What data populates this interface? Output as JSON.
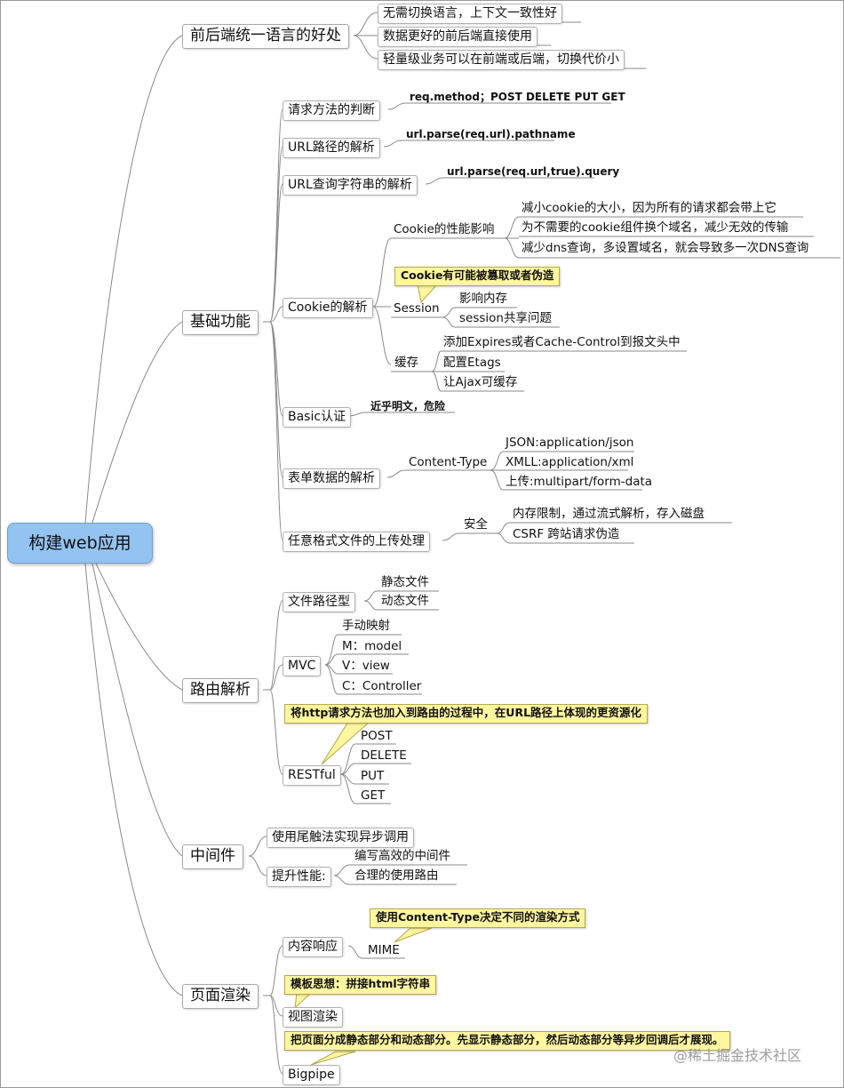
{
  "root": "构建web应用",
  "branches": {
    "b1": {
      "label": "前后端统一语言的好处",
      "items": [
        "无需切换语言，上下文一致性好",
        "数据更好的前后端直接使用",
        "轻量级业务可以在前端或后端，切换代价小"
      ]
    },
    "b2": {
      "label": "基础功能",
      "method": {
        "label": "请求方法的判断",
        "detail": "req.method；POST DELETE PUT GET"
      },
      "url": {
        "label": "URL路径的解析",
        "detail": "url.parse(req.url).pathname"
      },
      "query": {
        "label": "URL查询字符串的解析",
        "detail": "url.parse(req.url,true).query"
      },
      "cookie": {
        "label": "Cookie的解析",
        "perf": {
          "label": "Cookie的性能影响",
          "items": [
            "减小cookie的大小，因为所有的请求都会带上它",
            "为不需要的cookie组件换个域名，减少无效的传输",
            "减少dns查询，多设置域名，就会导致多一次DNS查询"
          ]
        },
        "session": {
          "label": "Session",
          "note": "Cookie有可能被篡取或者伪造",
          "items": [
            "影响内存",
            "session共享问题"
          ]
        },
        "cache": {
          "label": "缓存",
          "items": [
            "添加Expires或者Cache-Control到报文头中",
            "配置Etags",
            "让Ajax可缓存"
          ]
        }
      },
      "basic": {
        "label": "Basic认证",
        "detail": "近乎明文，危险"
      },
      "form": {
        "label": "表单数据的解析",
        "ctype": "Content-Type",
        "items": [
          "JSON:application/json",
          "XMLL:application/xml",
          "上传:multipart/form-data"
        ]
      },
      "upload": {
        "label": "任意格式文件的上传处理",
        "security": "安全",
        "items": [
          "内存限制，通过流式解析，存入磁盘",
          "CSRF 跨站请求伪造"
        ]
      }
    },
    "b3": {
      "label": "路由解析",
      "filepath": {
        "label": "文件路径型",
        "items": [
          "静态文件",
          "动态文件"
        ]
      },
      "mvc": {
        "label": "MVC",
        "items": [
          "手动映射",
          "M：model",
          "V：view",
          "C：Controller"
        ]
      },
      "restful": {
        "label": "RESTful",
        "note": "将http请求方法也加入到路由的过程中，在URL路径上体现的更资源化",
        "items": [
          "POST",
          "DELETE",
          "PUT",
          "GET"
        ]
      }
    },
    "b4": {
      "label": "中间件",
      "tail": "使用尾触法实现异步调用",
      "perf": {
        "label": "提升性能:",
        "items": [
          "编写高效的中间件",
          "合理的使用路由"
        ]
      }
    },
    "b5": {
      "label": "页面渲染",
      "content": {
        "label": "内容响应",
        "note": "使用Content-Type决定不同的渲染方式",
        "item": "MIME"
      },
      "view": {
        "label": "视图渲染",
        "note": "模板思想：拼接html字符串"
      },
      "bigpipe": {
        "label": "Bigpipe",
        "note": "把页面分成静态部分和动态部分。先显示静态部分，然后动态部分等异步回调后才展现。"
      }
    }
  },
  "watermark": "@稀土掘金技术社区",
  "colors": {
    "root_fill": "#93c3f0",
    "note_fill": "#fff6a0",
    "line": "#8a8a8a"
  }
}
